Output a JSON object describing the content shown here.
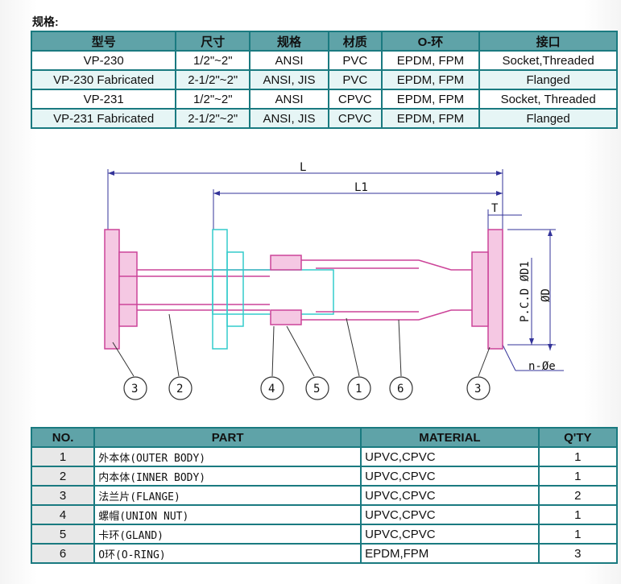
{
  "spec": {
    "title": "规格:",
    "headers": [
      "型号",
      "尺寸",
      "规格",
      "材质",
      "O-环",
      "接口"
    ],
    "rows": [
      [
        "VP-230",
        "1/2\"~2\"",
        "ANSI",
        "PVC",
        "EPDM, FPM",
        "Socket,Threaded"
      ],
      [
        "VP-230 Fabricated",
        "2-1/2\"~2\"",
        "ANSI, JIS",
        "PVC",
        "EPDM, FPM",
        "Flanged"
      ],
      [
        "VP-231",
        "1/2\"~2\"",
        "ANSI",
        "CPVC",
        "EPDM, FPM",
        "Socket, Threaded"
      ],
      [
        "VP-231 Fabricated",
        "2-1/2\"~2\"",
        "ANSI, JIS",
        "CPVC",
        "EPDM, FPM",
        "Flanged"
      ]
    ]
  },
  "diagram": {
    "dim_L": "L",
    "dim_L1": "L1",
    "dim_T": "T",
    "dim_D1": "P.C.D ØD1",
    "dim_D": "ØD",
    "dim_holes": "n-Øe",
    "callouts": [
      "3",
      "2",
      "4",
      "5",
      "1",
      "6",
      "3"
    ],
    "colors": {
      "flange": "#cc4499",
      "inner": "#33cccc",
      "dim": "#333399"
    }
  },
  "parts": {
    "headers": [
      "NO.",
      "PART",
      "MATERIAL",
      "Q'TY"
    ],
    "rows": [
      [
        "1",
        "外本体(OUTER BODY)",
        "UPVC,CPVC",
        "1"
      ],
      [
        "2",
        "内本体(INNER BODY)",
        "UPVC,CPVC",
        "1"
      ],
      [
        "3",
        "法兰片(FLANGE)",
        "UPVC,CPVC",
        "2"
      ],
      [
        "4",
        "螺帽(UNION NUT)",
        "UPVC,CPVC",
        "1"
      ],
      [
        "5",
        "卡环(GLAND)",
        "UPVC,CPVC",
        "1"
      ],
      [
        "6",
        "O环(O-RING)",
        "EPDM,FPM",
        "3"
      ]
    ]
  }
}
